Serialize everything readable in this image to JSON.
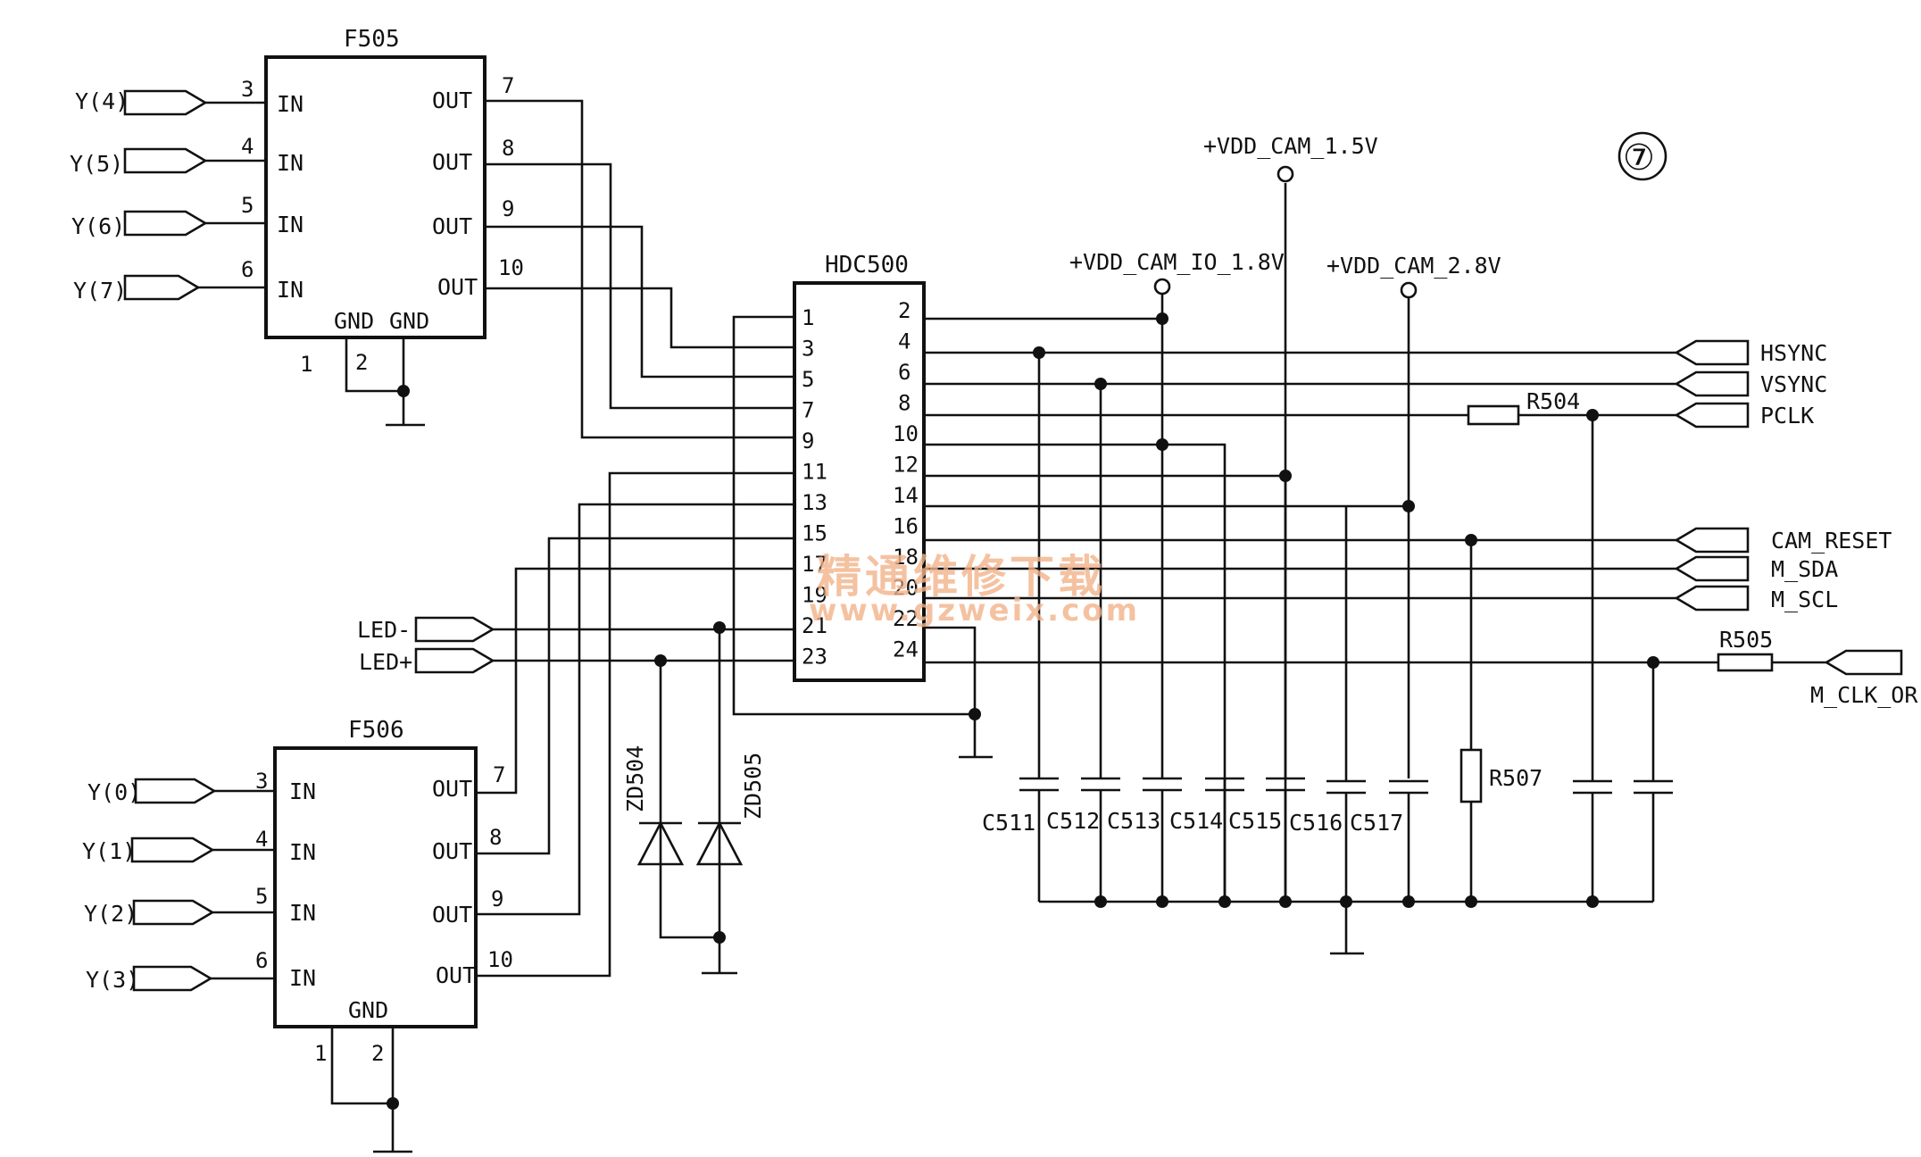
{
  "chips": {
    "f505": {
      "name": "F505",
      "in": "IN",
      "out": "OUT",
      "gnd1": "GND",
      "gnd2": "GND",
      "in_pins": [
        "3",
        "4",
        "5",
        "6"
      ],
      "out_pins": [
        "7",
        "8",
        "9",
        "10"
      ],
      "gnd_pins": [
        "1",
        "2"
      ]
    },
    "f506": {
      "name": "F506",
      "in": "IN",
      "out": "OUT",
      "gnd": "GND",
      "in_pins": [
        "3",
        "4",
        "5",
        "6"
      ],
      "out_pins": [
        "7",
        "8",
        "9",
        "10"
      ],
      "gnd_pins": [
        "1",
        "2"
      ]
    },
    "hdc": {
      "name": "HDC500",
      "left_pins": [
        "1",
        "3",
        "5",
        "7",
        "9",
        "11",
        "13",
        "15",
        "17",
        "19",
        "21",
        "23"
      ],
      "right_pins": [
        "2",
        "4",
        "6",
        "8",
        "10",
        "12",
        "14",
        "16",
        "18",
        "20",
        "22",
        "24"
      ]
    }
  },
  "inputs_top": [
    "Y(4)",
    "Y(5)",
    "Y(6)",
    "Y(7)"
  ],
  "inputs_bottom": [
    "Y(0)",
    "Y(1)",
    "Y(2)",
    "Y(3)"
  ],
  "led": [
    "LED-",
    "LED+"
  ],
  "signals": [
    "HSYNC",
    "VSYNC",
    "PCLK",
    "CAM_RESET",
    "M_SDA",
    "M_SCL"
  ],
  "clock": "M_CLK_OR",
  "rails": [
    "+VDD_CAM_IO_1.8V",
    "+VDD_CAM_1.5V",
    "+VDD_CAM_2.8V"
  ],
  "resistors": [
    "R504",
    "R505",
    "R507"
  ],
  "capacitors": [
    "C511",
    "C512",
    "C513",
    "C514",
    "C515",
    "C516",
    "C517"
  ],
  "diodes": [
    "ZD504",
    "ZD505"
  ],
  "page_number": "⑦",
  "watermark": {
    "cn": "精通维修下载",
    "url": "www.gzweix.com"
  },
  "colors": {
    "ink": "#111111",
    "watermark": "#f2b48a"
  }
}
